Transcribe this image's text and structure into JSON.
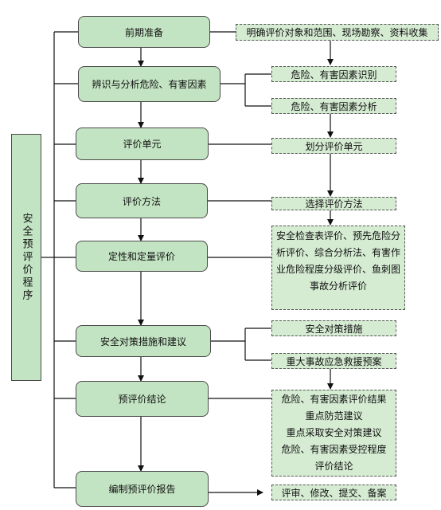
{
  "program": {
    "label": "安全预评价程序"
  },
  "steps": [
    {
      "label": "前期准备"
    },
    {
      "label": "辨识与分析危险、有害因素"
    },
    {
      "label": "评价单元"
    },
    {
      "label": "评价方法"
    },
    {
      "label": "定性和定量评价"
    },
    {
      "label": "安全对策措施和建议"
    },
    {
      "label": "预评价结论"
    },
    {
      "label": "编制预评价报告"
    }
  ],
  "side_boxes": {
    "prep": "明确评价对象和范围、现场勘察、资料收集",
    "hazard_identify": "危险、有害因素识别",
    "hazard_analysis": "危险、有害因素分析",
    "divide_units": "划分评价单元",
    "select_method": "选择评价方法",
    "methods": [
      "安全检查表评价、预先危险分",
      "析评价、综合分析法、有害作",
      "业危险程度分级评价、鱼刺图",
      "事故分析评价"
    ],
    "measures": "安全对策措施",
    "emergency": "重大事故应急救援预案",
    "conclusion": [
      "危险、有害因素评价结果",
      "重点防范建议",
      "重点采取安全对策建议",
      "危险、有害因素受控程度",
      "评价结论"
    ],
    "report": "评审、修改、提交、备案"
  },
  "colors": {
    "step_fill": "#c3e4c3",
    "side_fill": "#d5ecd2",
    "line": "#111111"
  }
}
